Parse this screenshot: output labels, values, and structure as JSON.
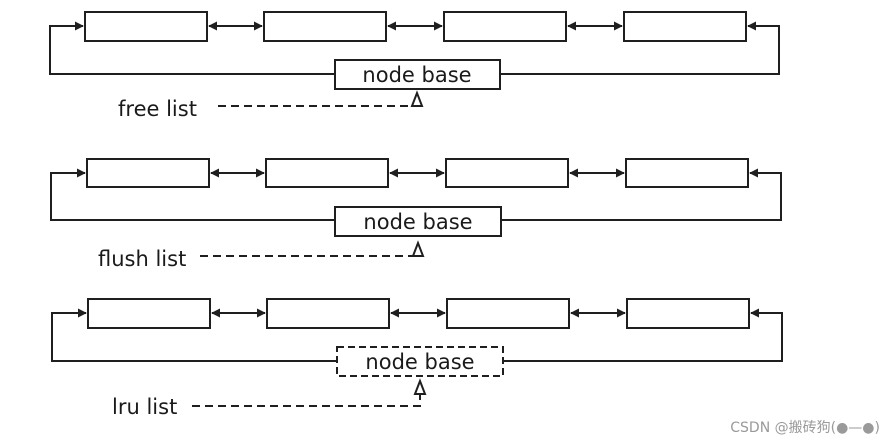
{
  "diagram": {
    "lists": [
      {
        "label": "free list",
        "node_text": "node base",
        "base_style": "solid"
      },
      {
        "label": "flush list",
        "node_text": "node base",
        "base_style": "solid"
      },
      {
        "label": "lru list",
        "node_text": "node base",
        "base_style": "dashed"
      }
    ],
    "watermark": "CSDN @搬砖狗(●—●)",
    "colors": {
      "line": "#1f1f1f",
      "box_fill": "#ffffff",
      "watermark": "#9a9a9a"
    }
  }
}
